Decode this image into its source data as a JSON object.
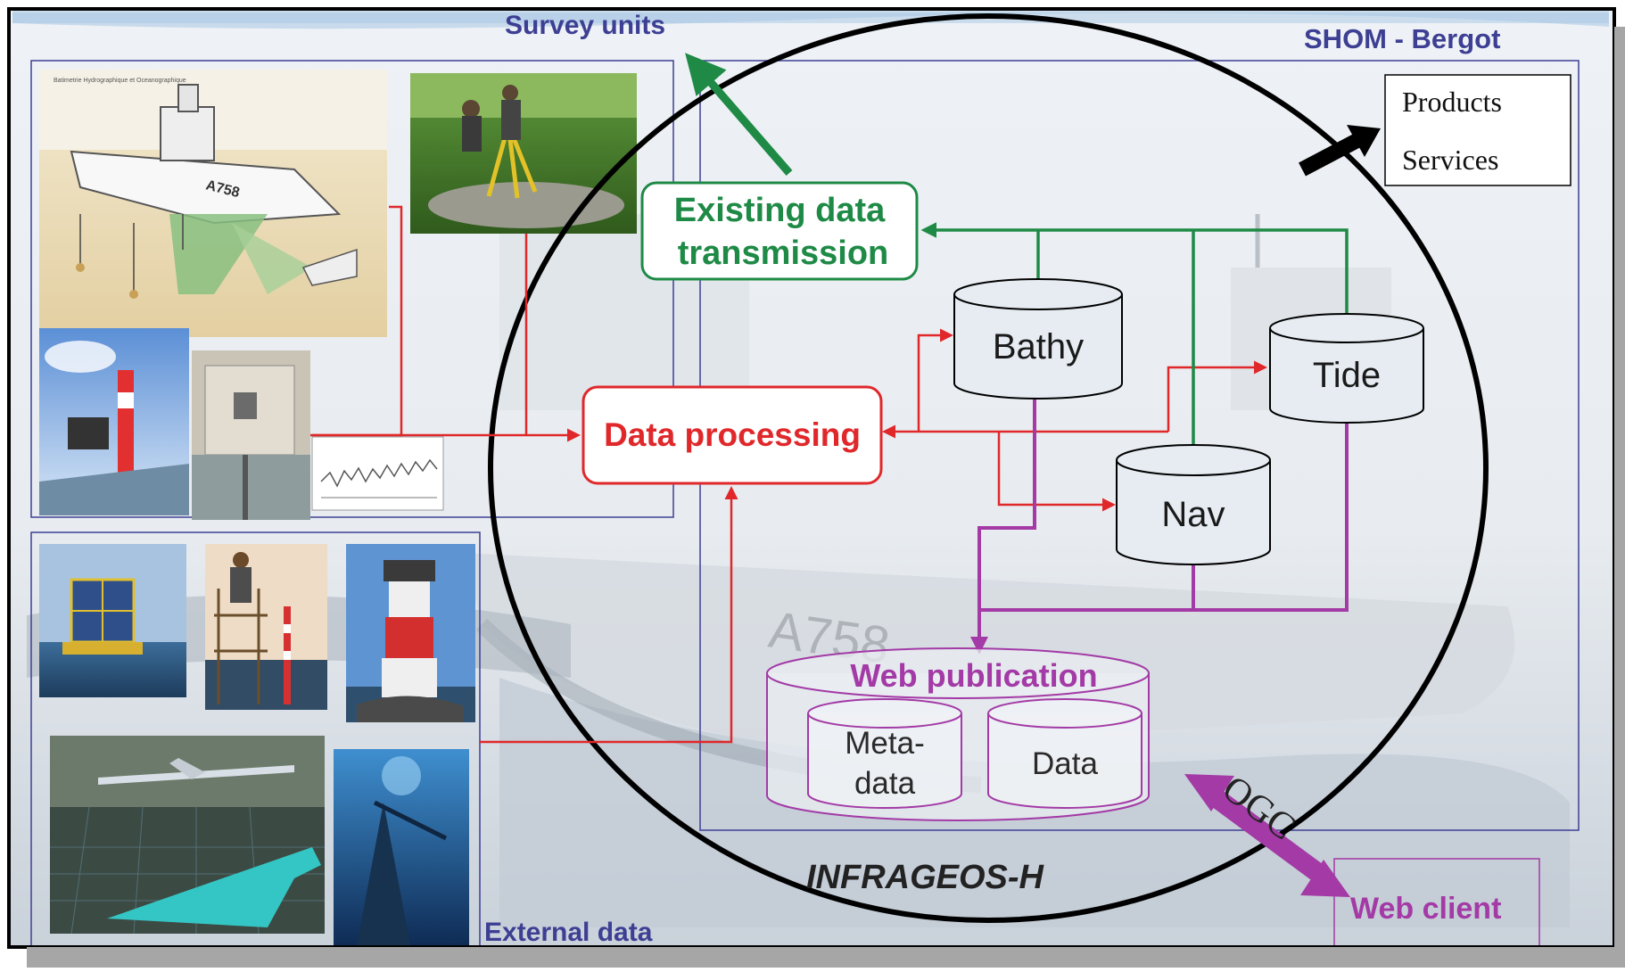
{
  "title": "SHOM - Bergot",
  "labels": {
    "survey_units": "Survey units",
    "external_data": "External data",
    "infrageos": "INFRAGEOS-H",
    "hull_marking": "A758",
    "ogc": "OGC"
  },
  "boxes": {
    "existing_line1": "Existing data",
    "existing_line2": "transmission",
    "processing": "Data processing",
    "products": "Products",
    "services": "Services",
    "web_client": "Web client"
  },
  "databases": {
    "bathy": "Bathy",
    "tide": "Tide",
    "nav": "Nav",
    "web_publication": "Web publication",
    "meta_line1": "Meta-",
    "meta_line2": "data",
    "data": "Data"
  },
  "colors": {
    "green": "#1e8a46",
    "red": "#e0282b",
    "purple": "#a33aa6",
    "navy": "#3d3f93",
    "black": "#000000"
  }
}
